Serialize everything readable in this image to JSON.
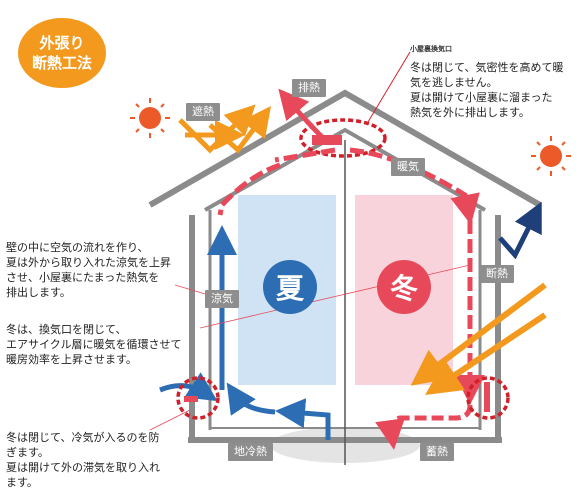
{
  "badge": {
    "title": "外張り\n断熱工法"
  },
  "labels": {
    "shading": "遮熱",
    "exhaust": "排熱",
    "warm_air": "暖気",
    "insulation": "断熱",
    "cool_air": "涼気",
    "ground_cool": "地冷熱",
    "heat_storage": "蓄熱",
    "attic_vent": "小屋裏換気口"
  },
  "seasons": {
    "summer": "夏",
    "winter": "冬"
  },
  "notes": {
    "attic": "冬は閉じて、気密性を高めて暖\n気を逃しません。\n夏は開けて小屋裏に溜まった\n熱気を外に排出します。",
    "wall_summer": "壁の中に空気の流れを作り、\n夏は外から取り入れた涼気を上昇\nさせ、小屋裏にたまった熱気を\n排出します。",
    "wall_winter": "冬は、換気口を閉じて、\nエアサイクル層に暖気を循環させて\n暖房効率を上昇させます。",
    "floor": "冬は閉じて、冷気が入るのを防\nぎます。\n夏は開けて外の滞気を取り入れ\nます。"
  },
  "colors": {
    "orange": "#f39a1e",
    "red": "#e8495a",
    "blue": "#2c6db3",
    "navy": "#1f3f7a",
    "summer_panel": "#cfe3f4",
    "winter_panel": "#f8d3dc",
    "house_gray": "#8b8b8b",
    "dashed_red": "#d0202a",
    "sun": "#ec5a2a"
  }
}
